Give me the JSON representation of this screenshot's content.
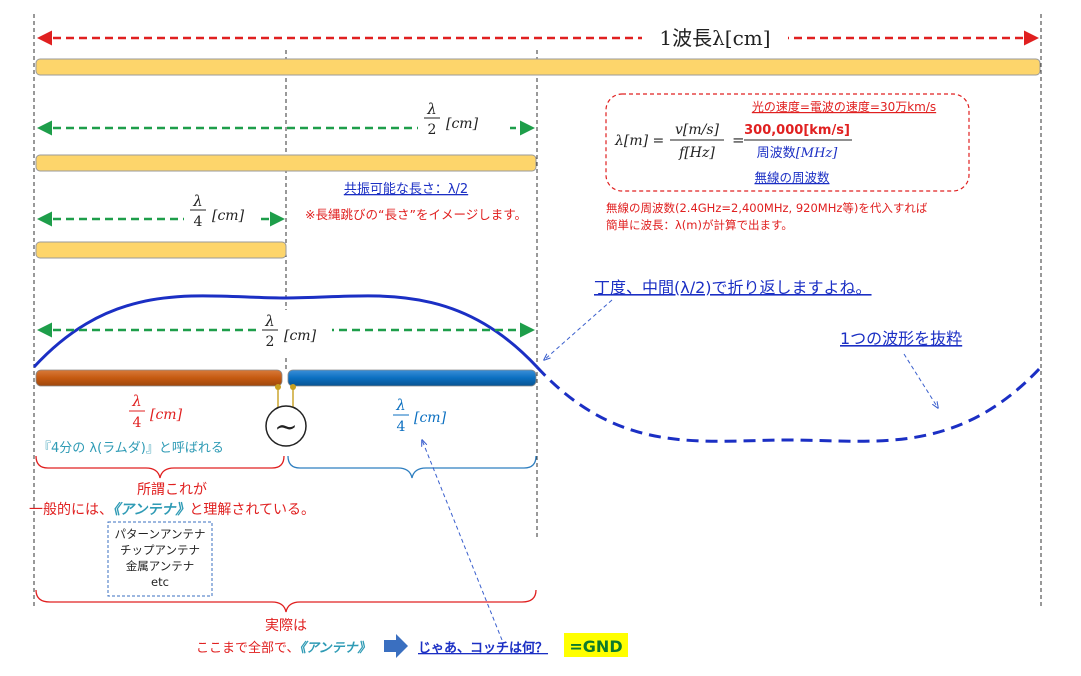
{
  "colors": {
    "red": "#e02020",
    "green": "#1e9e4a",
    "blue": "#1b2fc4",
    "bar_yellow": "#fdd56b",
    "bar_outline": "#9a9a9a",
    "antenna_orange": "#c55a11",
    "antenna_blue": "#0b6fc0",
    "teal_text": "#2f9bb5",
    "gnd_highlight": "#ffff00",
    "gnd_text": "#0d7a2c"
  },
  "top": {
    "wavelength_label": "1波長λ[cm]"
  },
  "half": {
    "lambda": "λ",
    "two": "2",
    "unit": "[cm]",
    "resonance_label": "共振可能な長さ：λ/2",
    "rope_note": "※長縄跳びの“長さ”をイメージします。"
  },
  "quarter": {
    "lambda": "λ",
    "four": "4",
    "unit": "[cm]"
  },
  "formula": {
    "lhs": "λ[m] =",
    "frac1_num": "v[m/s]",
    "frac1_den": "f[Hz]",
    "equals": "=",
    "frac2_num": "300,000[km/s]",
    "frac2_den_prefix": "周波数",
    "frac2_den_unit": "[MHz]",
    "light_speed_note": "光の速度=電波の速度=30万km/s",
    "freq_note": "無線の周波数",
    "sub_line1": "無線の周波数(2.4GHz=2,400MHz, 920MHz等)を代入すれば",
    "sub_line2": "簡単に波長：λ(m)が計算で出ます。"
  },
  "callouts": {
    "fold_back": "丁度、中間(λ/2)で折り返しますよね。",
    "extract": "1つの波形を抜粋"
  },
  "wave": {
    "lambda": "λ",
    "two": "2",
    "unit": "[cm]"
  },
  "antenna": {
    "left_lambda": "λ",
    "left_four": "4",
    "left_unit": "[cm]",
    "right_lambda": "λ",
    "right_four": "4",
    "right_unit": "[cm]",
    "source_symbol": "~",
    "quarter_name": "『4分の λ(ラムダ)』と呼ばれる"
  },
  "general": {
    "line1": "所謂これが",
    "line2_prefix": "一般的には、",
    "line2_em": "《アンテナ》",
    "line2_suffix": "と理解されている。",
    "types": [
      "パターンアンテナ",
      "チップアンテナ",
      "金属アンテナ",
      "etc"
    ]
  },
  "actual": {
    "line1": "実際は",
    "line2_prefix": "ここまで全部で、",
    "line2_em": "《アンテナ》",
    "question": "じゃあ、コッチは何？",
    "gnd": "=GND"
  }
}
